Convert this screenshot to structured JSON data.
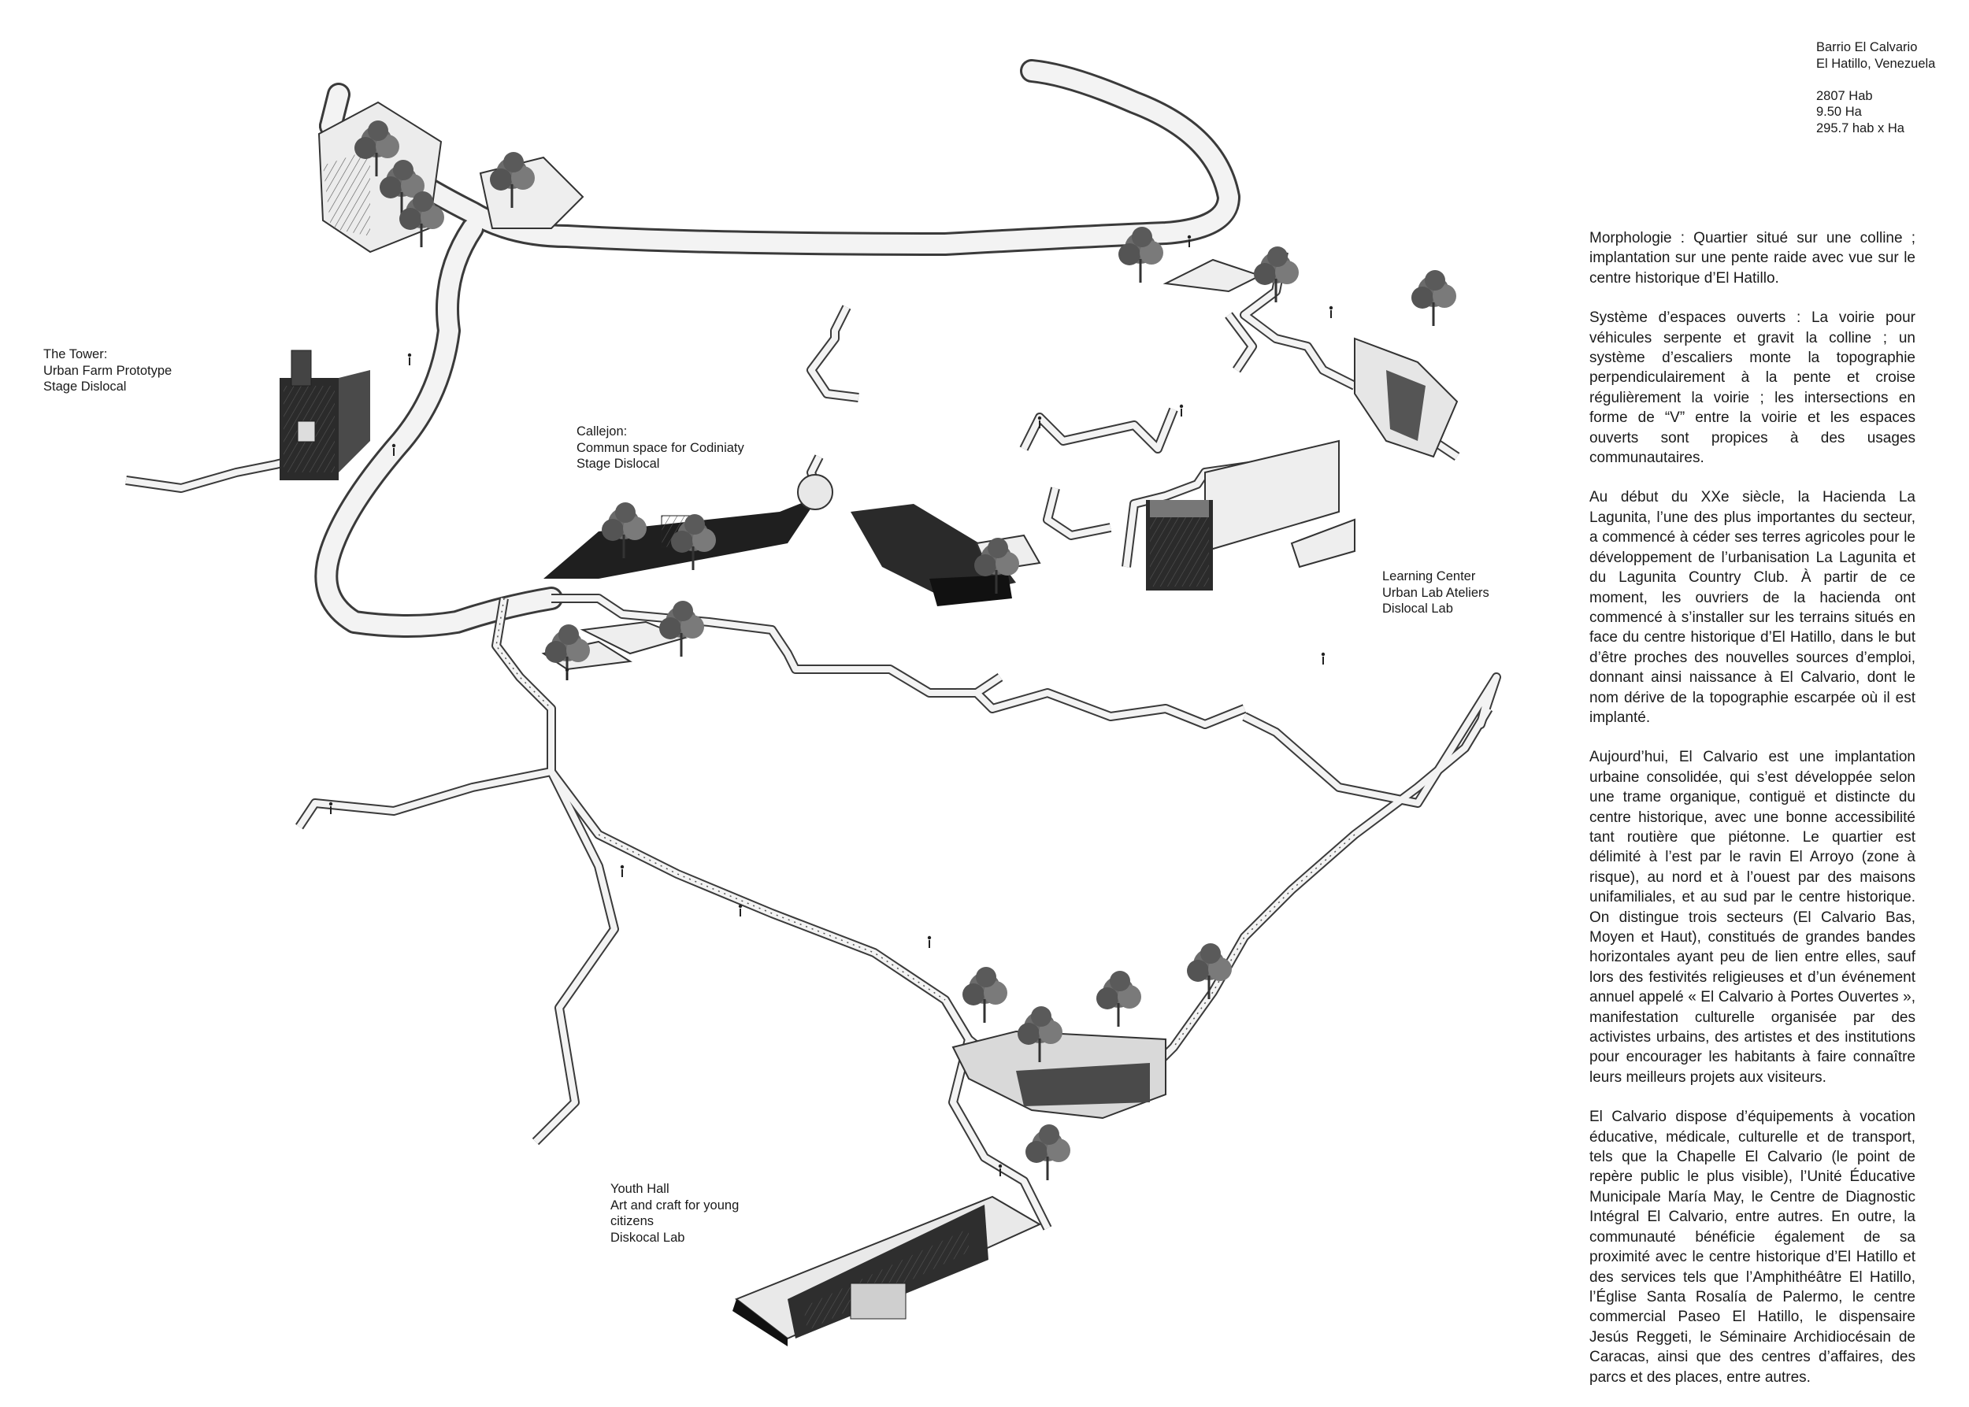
{
  "site_info": {
    "name": "Barrio El Calvario",
    "location": "El Hatillo, Venezuela",
    "population": "2807 Hab",
    "area": "9.50 Ha",
    "density": "295.7 hab x Ha"
  },
  "captions": {
    "tower": [
      "The Tower:",
      "Urban Farm Prototype",
      "Stage Dislocal"
    ],
    "callejon": [
      "Callejon:",
      "Commun space for Codiniaty",
      "Stage Dislocal"
    ],
    "learning_center": [
      "Learning Center",
      "Urban Lab Ateliers",
      "Dislocal Lab"
    ],
    "youth_hall": [
      "Youth Hall",
      "Art and craft  for young",
      "citizens",
      "Diskocal Lab"
    ]
  },
  "paragraphs": [
    "Morphologie : Quartier situé sur une colline ; implantation sur une pente raide avec vue sur le centre historique d’El Hatillo.",
    "Système d’espaces ouverts : La voirie pour véhicules serpente et gravit la colline ; un système d’escaliers monte la topographie perpendiculairement à la pente et croise régulièrement la voirie ; les intersections en forme de “V” entre la voirie et les espaces ouverts sont propices à des usages communautaires.",
    "Au début du XXe siècle, la Hacienda La Lagunita, l’une des plus importantes du secteur, a commencé à céder ses terres agricoles pour le développement de l’urbanisation La Lagunita et du Lagunita Country Club. À partir de ce moment, les ouvriers de la hacienda ont commencé à s’installer sur les terrains situés en face du centre historique d’El Hatillo, dans le but d’être proches des nouvelles sources d’emploi, donnant ainsi naissance à El Calvario, dont le nom dérive de la topographie escarpée où il est implanté.",
    "Aujourd’hui, El Calvario est une implantation urbaine consolidée, qui s’est développée selon une trame organique, contiguë et distincte du centre historique, avec une bonne accessibilité tant routière que piétonne. Le quartier est délimité à l’est par le ravin El Arroyo (zone à risque), au nord et à l’ouest par des maisons unifamiliales, et au sud par le centre historique. On distingue trois secteurs (El Calvario Bas, Moyen et Haut), constitués de grandes bandes horizontales ayant peu de lien entre elles, sauf lors des festivités religieuses et d’un événement annuel appelé « El Calvario à Portes Ouvertes », manifestation culturelle organisée par des activistes urbains, des artistes et des institutions pour encourager les habitants à faire connaître leurs meilleurs projets aux visiteurs.",
    "El Calvario dispose d’équipements à vocation éducative, médicale, culturelle et de transport, tels que la Chapelle El Calvario (le point de repère public le plus visible), l’Unité Éducative Municipale María May, le Centre de Diagnostic Intégral El Calvario, entre autres. En outre, la communauté bénéficie également de sa proximité avec le centre historique d’El Hatillo et des services tels que l’Amphithéâtre El Hatillo, l’Église Santa Rosalía de Palermo, le centre commercial Paseo El Hatillo, le dispensaire Jesús Reggeti, le Séminaire Archidiocésain de Caracas, ainsi que des centres d’affaires, des parcs et des places, entre autres."
  ],
  "colors": {
    "path_fill": "#f3f3f3",
    "path_edge": "#3a3a3a",
    "tree": "#5e5e5e",
    "building": "#2b2b2b",
    "text": "#1a1a1a"
  }
}
